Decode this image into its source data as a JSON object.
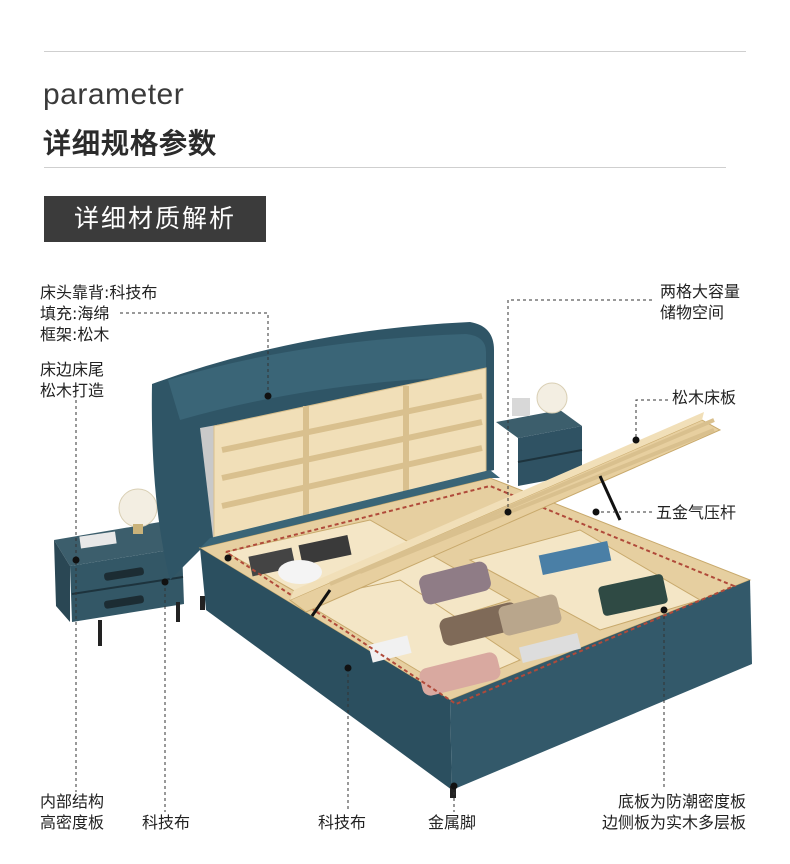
{
  "header": {
    "title_en": "parameter",
    "title_cn": "详细规格参数",
    "section_tag": "详细材质解析"
  },
  "labels": {
    "headboard": [
      "床头靠背:科技布",
      "填充:海绵",
      "框架:松木"
    ],
    "bed_side": [
      "床边床尾",
      "松木打造"
    ],
    "storage": [
      "两格大容量",
      "储物空间"
    ],
    "slats": [
      "松木床板"
    ],
    "gas_strut": [
      "五金气压杆"
    ],
    "inner_structure": [
      "内部结构",
      "高密度板"
    ],
    "fabric_left": [
      "科技布"
    ],
    "fabric_center": [
      "科技布"
    ],
    "metal_feet": [
      "金属脚"
    ],
    "panels": [
      "底板为防潮密度板",
      "边侧板为实木多层板"
    ]
  },
  "colors": {
    "fabric": "#2f5566",
    "fabric_dark": "#233f4c",
    "pine": "#f1dfb8",
    "pine_edge": "#d9c08e",
    "leader": "#333333",
    "tag_bg": "#3b3b3b"
  }
}
